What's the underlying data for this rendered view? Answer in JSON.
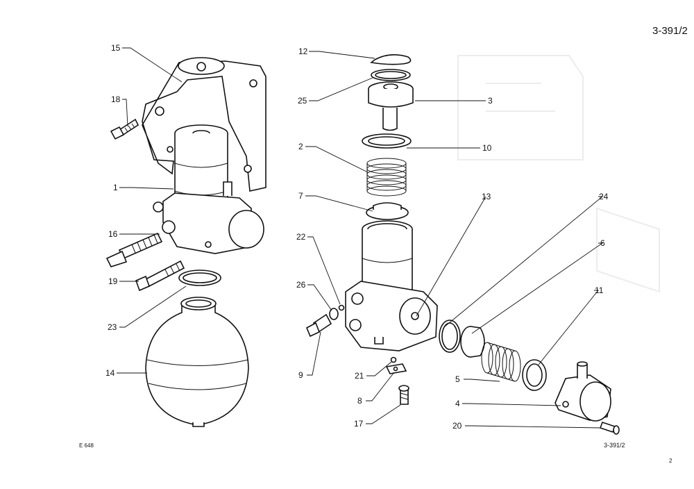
{
  "sheet": {
    "id": "3-391/2",
    "id_small": "3-391/2",
    "drawing_ref": "E 648",
    "page_number": "2"
  },
  "callouts": [
    {
      "label": "15"
    },
    {
      "label": "18"
    },
    {
      "label": "1"
    },
    {
      "label": "16"
    },
    {
      "label": "19"
    },
    {
      "label": "23"
    },
    {
      "label": "14"
    },
    {
      "label": "12"
    },
    {
      "label": "25"
    },
    {
      "label": "3"
    },
    {
      "label": "2"
    },
    {
      "label": "10"
    },
    {
      "label": "7"
    },
    {
      "label": "13"
    },
    {
      "label": "24"
    },
    {
      "label": "6"
    },
    {
      "label": "22"
    },
    {
      "label": "26"
    },
    {
      "label": "11"
    },
    {
      "label": "9"
    },
    {
      "label": "21"
    },
    {
      "label": "5"
    },
    {
      "label": "8"
    },
    {
      "label": "4"
    },
    {
      "label": "17"
    },
    {
      "label": "20"
    }
  ],
  "colors": {
    "line": "#111111",
    "paper": "#ffffff",
    "ghost": "#ececec"
  }
}
